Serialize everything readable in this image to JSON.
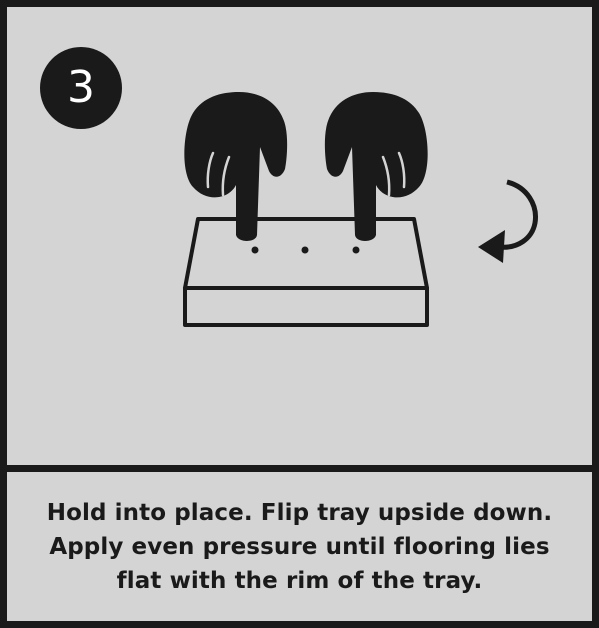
{
  "step": {
    "number": "3"
  },
  "illustration": {
    "icons": [
      "pointing-hand-icon",
      "pointing-hand-icon",
      "tray-icon",
      "rotate-arrow-icon"
    ]
  },
  "instruction": {
    "lines": [
      "Hold into place. Flip tray upside down.",
      "Apply even pressure until flooring lies",
      "flat with the rim of the tray."
    ]
  },
  "colors": {
    "background": "#d3d4d3",
    "ink": "#1a1a1a",
    "badge_text": "#ffffff"
  }
}
